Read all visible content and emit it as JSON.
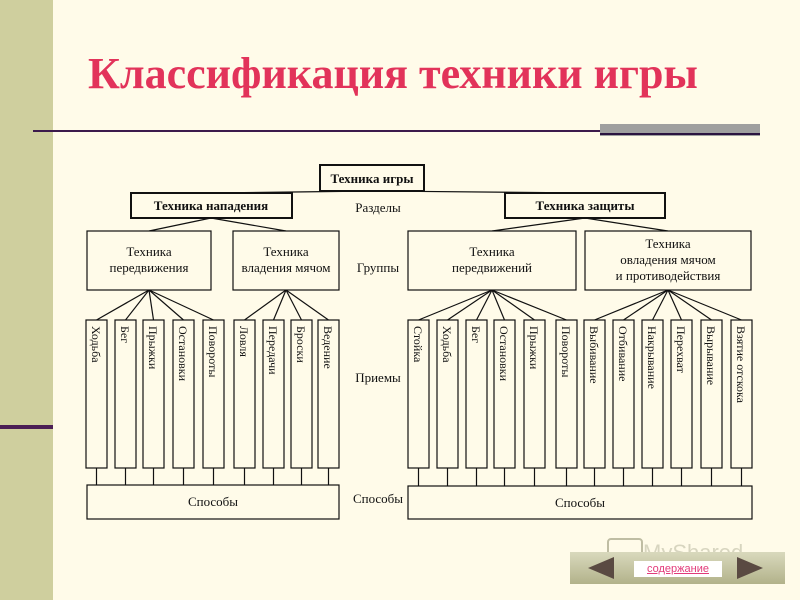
{
  "title": "Классификация техники игры",
  "diagram": {
    "root": "Техника игры",
    "branches": [
      "Техника нападения",
      "Техника защиты"
    ],
    "groups": [
      [
        "Техника",
        "передвижения"
      ],
      [
        "Техника",
        "владения мячом"
      ],
      [
        "Техника",
        "передвижений"
      ],
      [
        "Техника",
        "овладения мячом",
        "и противодействия"
      ]
    ],
    "techniques": [
      "Ходьба",
      "Бег",
      "Прыжки",
      "Остановки",
      "Повороты",
      "Ловля",
      "Передачи",
      "Броски",
      "Ведение",
      "Стойка",
      "Ходьба",
      "Бег",
      "Остановки",
      "Прыжки",
      "Повороты",
      "Выбивание",
      "Отбивание",
      "Накрывание",
      "Перехват",
      "Вырывание",
      "Взятие отскока"
    ],
    "methods": [
      "Способы",
      "Способы"
    ],
    "levels": {
      "sections": "Разделы",
      "groups": "Группы",
      "techniques": "Приемы",
      "methods": "Способы"
    }
  },
  "footer": {
    "toc_link": "содержание",
    "watermark": "MyShared"
  },
  "colors": {
    "title": "#e2335a",
    "sidebar": "#cfcf9e",
    "rule": "#3c1a4c"
  }
}
